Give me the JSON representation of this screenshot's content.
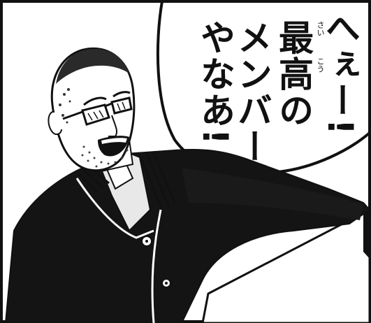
{
  "speech_bubble": {
    "lines": [
      "へぇー!",
      "最高の",
      "メンバー",
      "やなあ!"
    ],
    "furigana": [
      "さい",
      "こう"
    ]
  }
}
